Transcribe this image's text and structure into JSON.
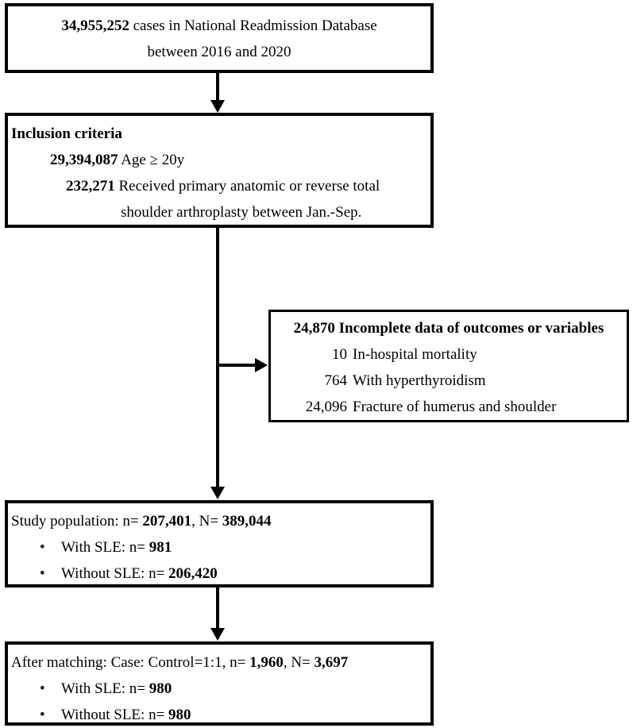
{
  "colors": {
    "ink": "#000000",
    "background": "#ffffff"
  },
  "flowchart": {
    "box1": {
      "count": "34,955,252",
      "count_suffix": " cases in National Readmission Database",
      "line2": "between 2016 and 2020"
    },
    "box2": {
      "title": "Inclusion criteria",
      "row1": {
        "num": "29,394,087",
        "label": " Age ≥ 20y"
      },
      "row2": {
        "num": "232,271",
        "label": " Received primary anatomic or reverse total"
      },
      "row2_cont": "shoulder arthroplasty between Jan.-Sep."
    },
    "box3": {
      "title": "24,870 Incomplete data of outcomes or variables",
      "items": [
        {
          "num": "10",
          "label": "In-hospital mortality"
        },
        {
          "num": "764",
          "label": "With hyperthyroidism"
        },
        {
          "num": "24,096",
          "label": "Fracture of humerus and shoulder"
        }
      ]
    },
    "box4": {
      "intro": "Study population: n= ",
      "n_value": "207,401",
      "mid": ", N= ",
      "N_value": "389,044",
      "bullet_glyph": "•",
      "bullets": [
        {
          "pre": "With SLE: n= ",
          "value": "981"
        },
        {
          "pre": "Without SLE: n= ",
          "value": "206,420"
        }
      ]
    },
    "box5": {
      "intro": "After matching: Case: Control=1:1, n= ",
      "n_value": "1,960",
      "mid": ", N= ",
      "N_value": "3,697",
      "bullet_glyph": "•",
      "bullets": [
        {
          "pre": "With SLE: n= ",
          "value": "980"
        },
        {
          "pre": "Without SLE: n= ",
          "value": "980"
        }
      ]
    }
  }
}
